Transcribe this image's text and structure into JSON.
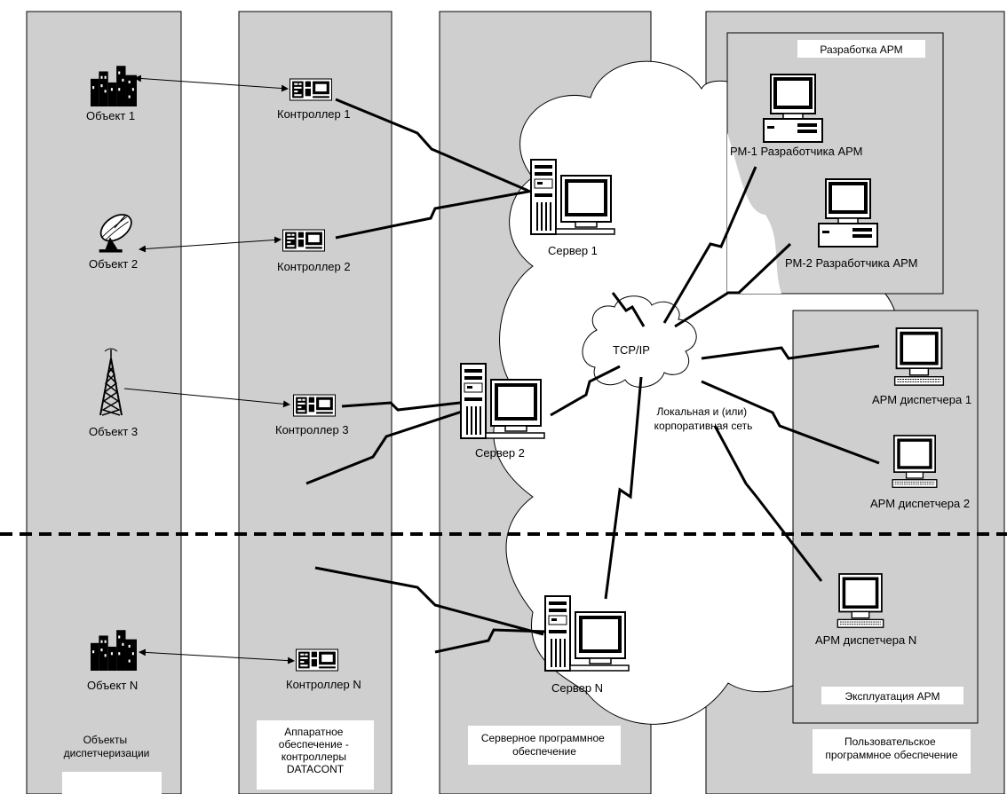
{
  "columns": {
    "objects": "Объекты диспетчеризации",
    "hardware": "Аппаратное обеспечение - контроллеры DATACONT",
    "server_sw": "Серверное программное обеспечение",
    "user_sw": "Пользовательское программное обеспечение"
  },
  "objects": [
    "Объект 1",
    "Объект 2",
    "Объект 3",
    "Объект N"
  ],
  "controllers": [
    "Контроллер 1",
    "Контроллер 2",
    "Контроллер 3",
    "Контроллер N"
  ],
  "servers": [
    "Сервер 1",
    "Сервер 2",
    "Сервер N"
  ],
  "network": {
    "protocol": "TCP/IP",
    "description": "Локальная и (или) корпоративная сеть"
  },
  "groups": {
    "development": {
      "title": "Разработка АРМ",
      "workstations": [
        "РМ-1 Разработчика АРМ",
        "РМ-2 Разработчика АРМ"
      ]
    },
    "operation": {
      "title": "Эксплуатация АРМ",
      "workstations": [
        "АРМ диспетчера 1",
        "АРМ диспетчера 2",
        "АРМ диспетчера N"
      ]
    }
  },
  "colors": {
    "column_bg": "#cfcfcf",
    "cloud": "#ffffff",
    "line": "#000000"
  }
}
